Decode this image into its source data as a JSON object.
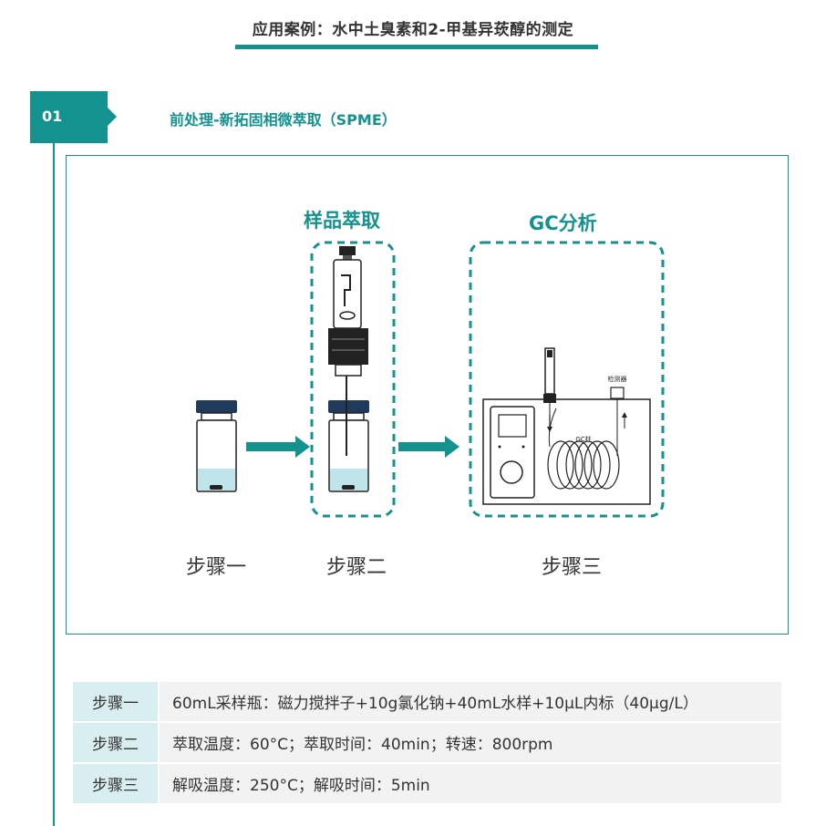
{
  "header": {
    "title": "应用案例：水中土臭素和2-甲基异莰醇的测定"
  },
  "section": {
    "number": "01",
    "title": "前处理-新拓固相微萃取（SPME）"
  },
  "diagram": {
    "extraction_label": "样品萃取",
    "gc_label": "GC分析",
    "step1_label": "步骤一",
    "step2_label": "步骤二",
    "step3_label": "步骤三",
    "detector_label": "检测器",
    "column_label": "GC柱"
  },
  "table": {
    "rows": [
      {
        "key": "步骤一",
        "value": "60mL采样瓶：磁力搅拌子+10g氯化钠+40mL水样+10μL内标（40μg/L）"
      },
      {
        "key": "步骤二",
        "value": "萃取温度：60°C；萃取时间：40min；转速：800rpm"
      },
      {
        "key": "步骤三",
        "value": "解吸温度：250°C；解吸时间：5min"
      }
    ]
  },
  "colors": {
    "accent": "#14928f",
    "cap": "#1f3a5a",
    "liquid": "#bfe4ea"
  }
}
